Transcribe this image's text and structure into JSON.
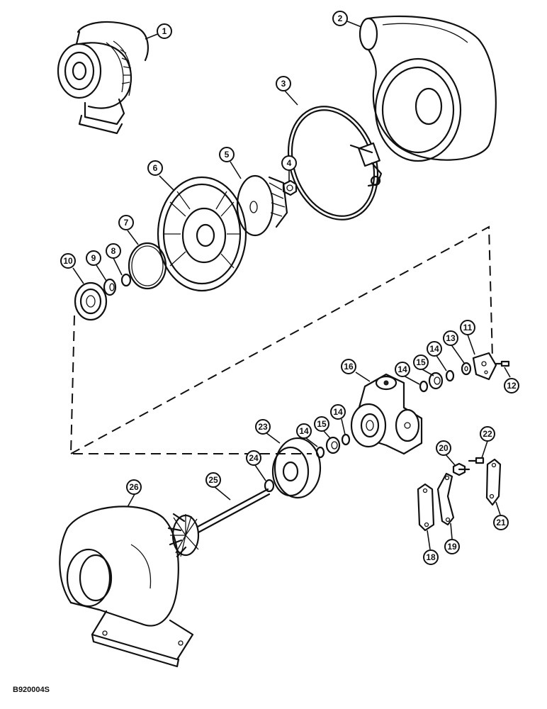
{
  "figure_code": "B920004S",
  "callouts": {
    "c1": "1",
    "c2": "2",
    "c3": "3",
    "c4": "4",
    "c5": "5",
    "c6": "6",
    "c7": "7",
    "c8": "8",
    "c9": "9",
    "c10": "10",
    "c11": "11",
    "c12": "12",
    "c13": "13",
    "c14a": "14",
    "c14b": "14",
    "c14c": "14",
    "c14d": "14",
    "c15a": "15",
    "c15b": "15",
    "c16": "16",
    "c18": "18",
    "c19": "19",
    "c20": "20",
    "c21": "21",
    "c22": "22",
    "c23": "23",
    "c24": "24",
    "c25": "25",
    "c26": "26"
  }
}
